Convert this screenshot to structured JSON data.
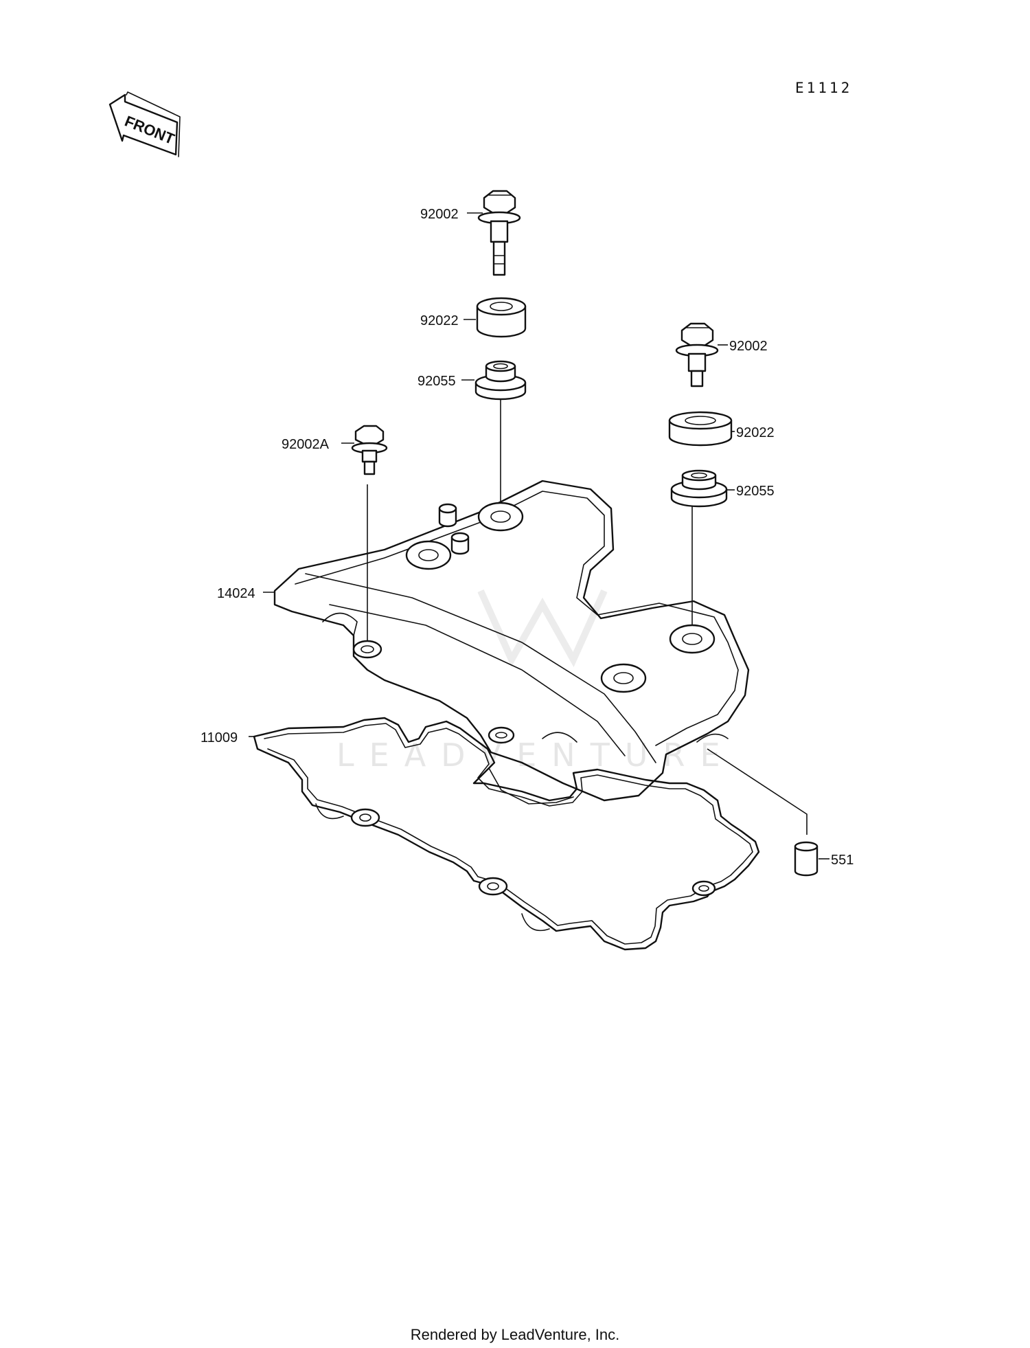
{
  "diagram_code": "E1112",
  "front_label": "FRONT",
  "watermark": "LEADVENTURE",
  "footer": "Rendered by LeadVenture, Inc.",
  "parts": {
    "bolt_top": "92002",
    "washer_top": "92022",
    "grommet_top": "92055",
    "bolt_right": "92002",
    "washer_right": "92022",
    "grommet_right": "92055",
    "bolt_left": "92002A",
    "cover": "14024",
    "gasket": "11009",
    "dowel": "551"
  }
}
